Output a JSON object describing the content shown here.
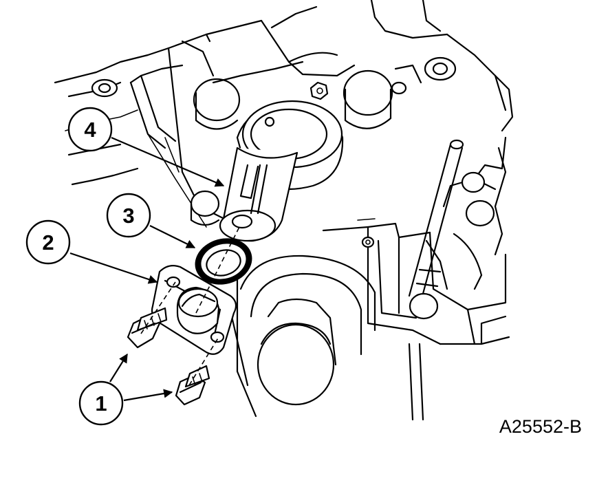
{
  "callouts": [
    {
      "id": "callout-1",
      "label": "1"
    },
    {
      "id": "callout-2",
      "label": "2"
    },
    {
      "id": "callout-3",
      "label": "3"
    },
    {
      "id": "callout-4",
      "label": "4"
    }
  ],
  "reference_code": "A25552-B"
}
